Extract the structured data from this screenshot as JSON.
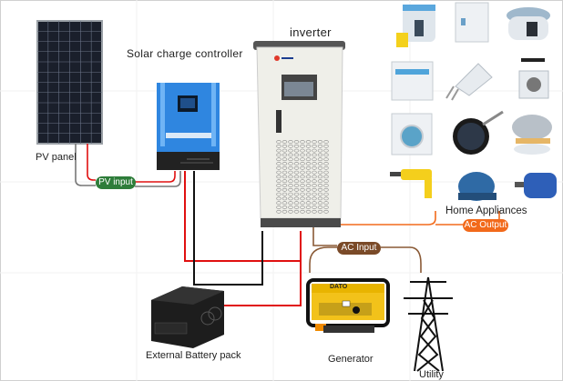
{
  "diagram": {
    "title": "Solar inverter system diagram",
    "components": {
      "pv_panel": {
        "label": "PV panel"
      },
      "charge_controller": {
        "label": "Solar charge controller"
      },
      "inverter": {
        "label": "inverter"
      },
      "battery": {
        "label": "External Battery pack"
      },
      "generator": {
        "label": "Generator",
        "brand": "DATO"
      },
      "utility": {
        "label": "Utility"
      },
      "appliances": {
        "label": "Home Appliances"
      }
    },
    "connections": {
      "pv_input": {
        "label": "PV input",
        "color": "#2e7d3a"
      },
      "ac_input": {
        "label": "AC Input",
        "color": "#7a4a28"
      },
      "ac_output": {
        "label": "AC Output",
        "color": "#f26a1b"
      }
    },
    "appliance_icons": [
      "juicer-icon",
      "refrigerator-icon",
      "slow-cooker-icon",
      "dishwasher-icon",
      "hand-mixer-icon",
      "meat-grinder-icon",
      "washing-machine-icon",
      "frying-pan-icon",
      "waffle-maker-icon",
      "power-drill-icon",
      "water-pump-icon",
      "electric-motor-icon"
    ]
  }
}
